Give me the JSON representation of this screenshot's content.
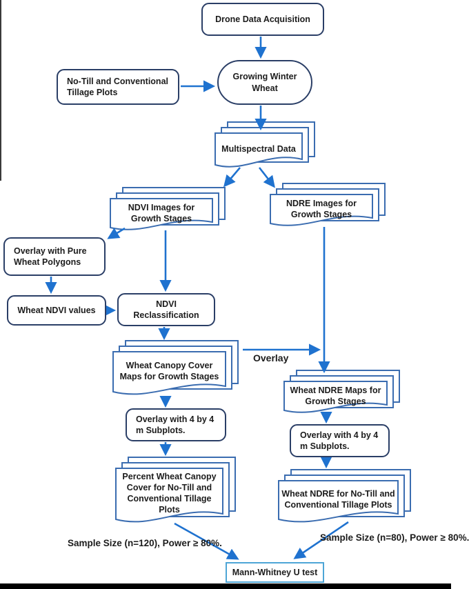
{
  "diagram": {
    "nodes": {
      "drone": {
        "label": "Drone Data Acquisition"
      },
      "growing": {
        "label": "Growing Winter Wheat"
      },
      "notill": {
        "label": "No-Till and Conventional Tillage Plots"
      },
      "multispectral": {
        "label": "Multispectral Data"
      },
      "ndvi_images": {
        "label": "NDVI Images for Growth Stages"
      },
      "ndre_images": {
        "label": "NDRE Images for Growth Stages"
      },
      "overlay_pure": {
        "label": "Overlay with Pure Wheat Polygons"
      },
      "wheat_ndvi": {
        "label": "Wheat NDVI values"
      },
      "ndvi_reclass": {
        "label": "NDVI Reclassification"
      },
      "wheat_canopy": {
        "label": "Wheat Canopy Cover Maps for Growth Stages"
      },
      "ndre_maps": {
        "label": "Wheat NDRE Maps for Growth Stages"
      },
      "overlay4x4_left": {
        "label": "Overlay with 4 by 4 m Subplots."
      },
      "overlay4x4_right": {
        "label": "Overlay with 4 by 4 m Subplots."
      },
      "percent_canopy": {
        "label": "Percent Wheat Canopy Cover for No-Till and Conventional Tillage Plots"
      },
      "ndre_notill": {
        "label": "Wheat NDRE for No-Till and Conventional Tillage Plots"
      },
      "mann": {
        "label": "Mann-Whitney U test"
      }
    },
    "edge_labels": {
      "overlay": "Overlay",
      "sample120": "Sample Size (n=120), Power ≥ 80%.",
      "sample80": "Sample Size (n=80), Power ≥ 80%."
    },
    "colors": {
      "node_border": "#2a3e66",
      "document_border": "#3a6cb0",
      "arrow": "#1f72cf",
      "mann_border": "#4da5d6",
      "text": "#1c1c1c"
    }
  }
}
